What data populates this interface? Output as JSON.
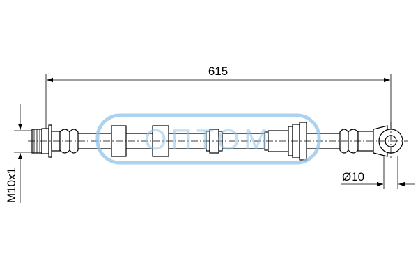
{
  "dimensions": {
    "overall_length": "615",
    "thread": "M10x1",
    "eye_diameter": "Ø10"
  },
  "watermark": {
    "text": "ОПТОМ",
    "color": "#8fc3ea"
  },
  "colors": {
    "line": "#000000",
    "background": "#ffffff"
  }
}
